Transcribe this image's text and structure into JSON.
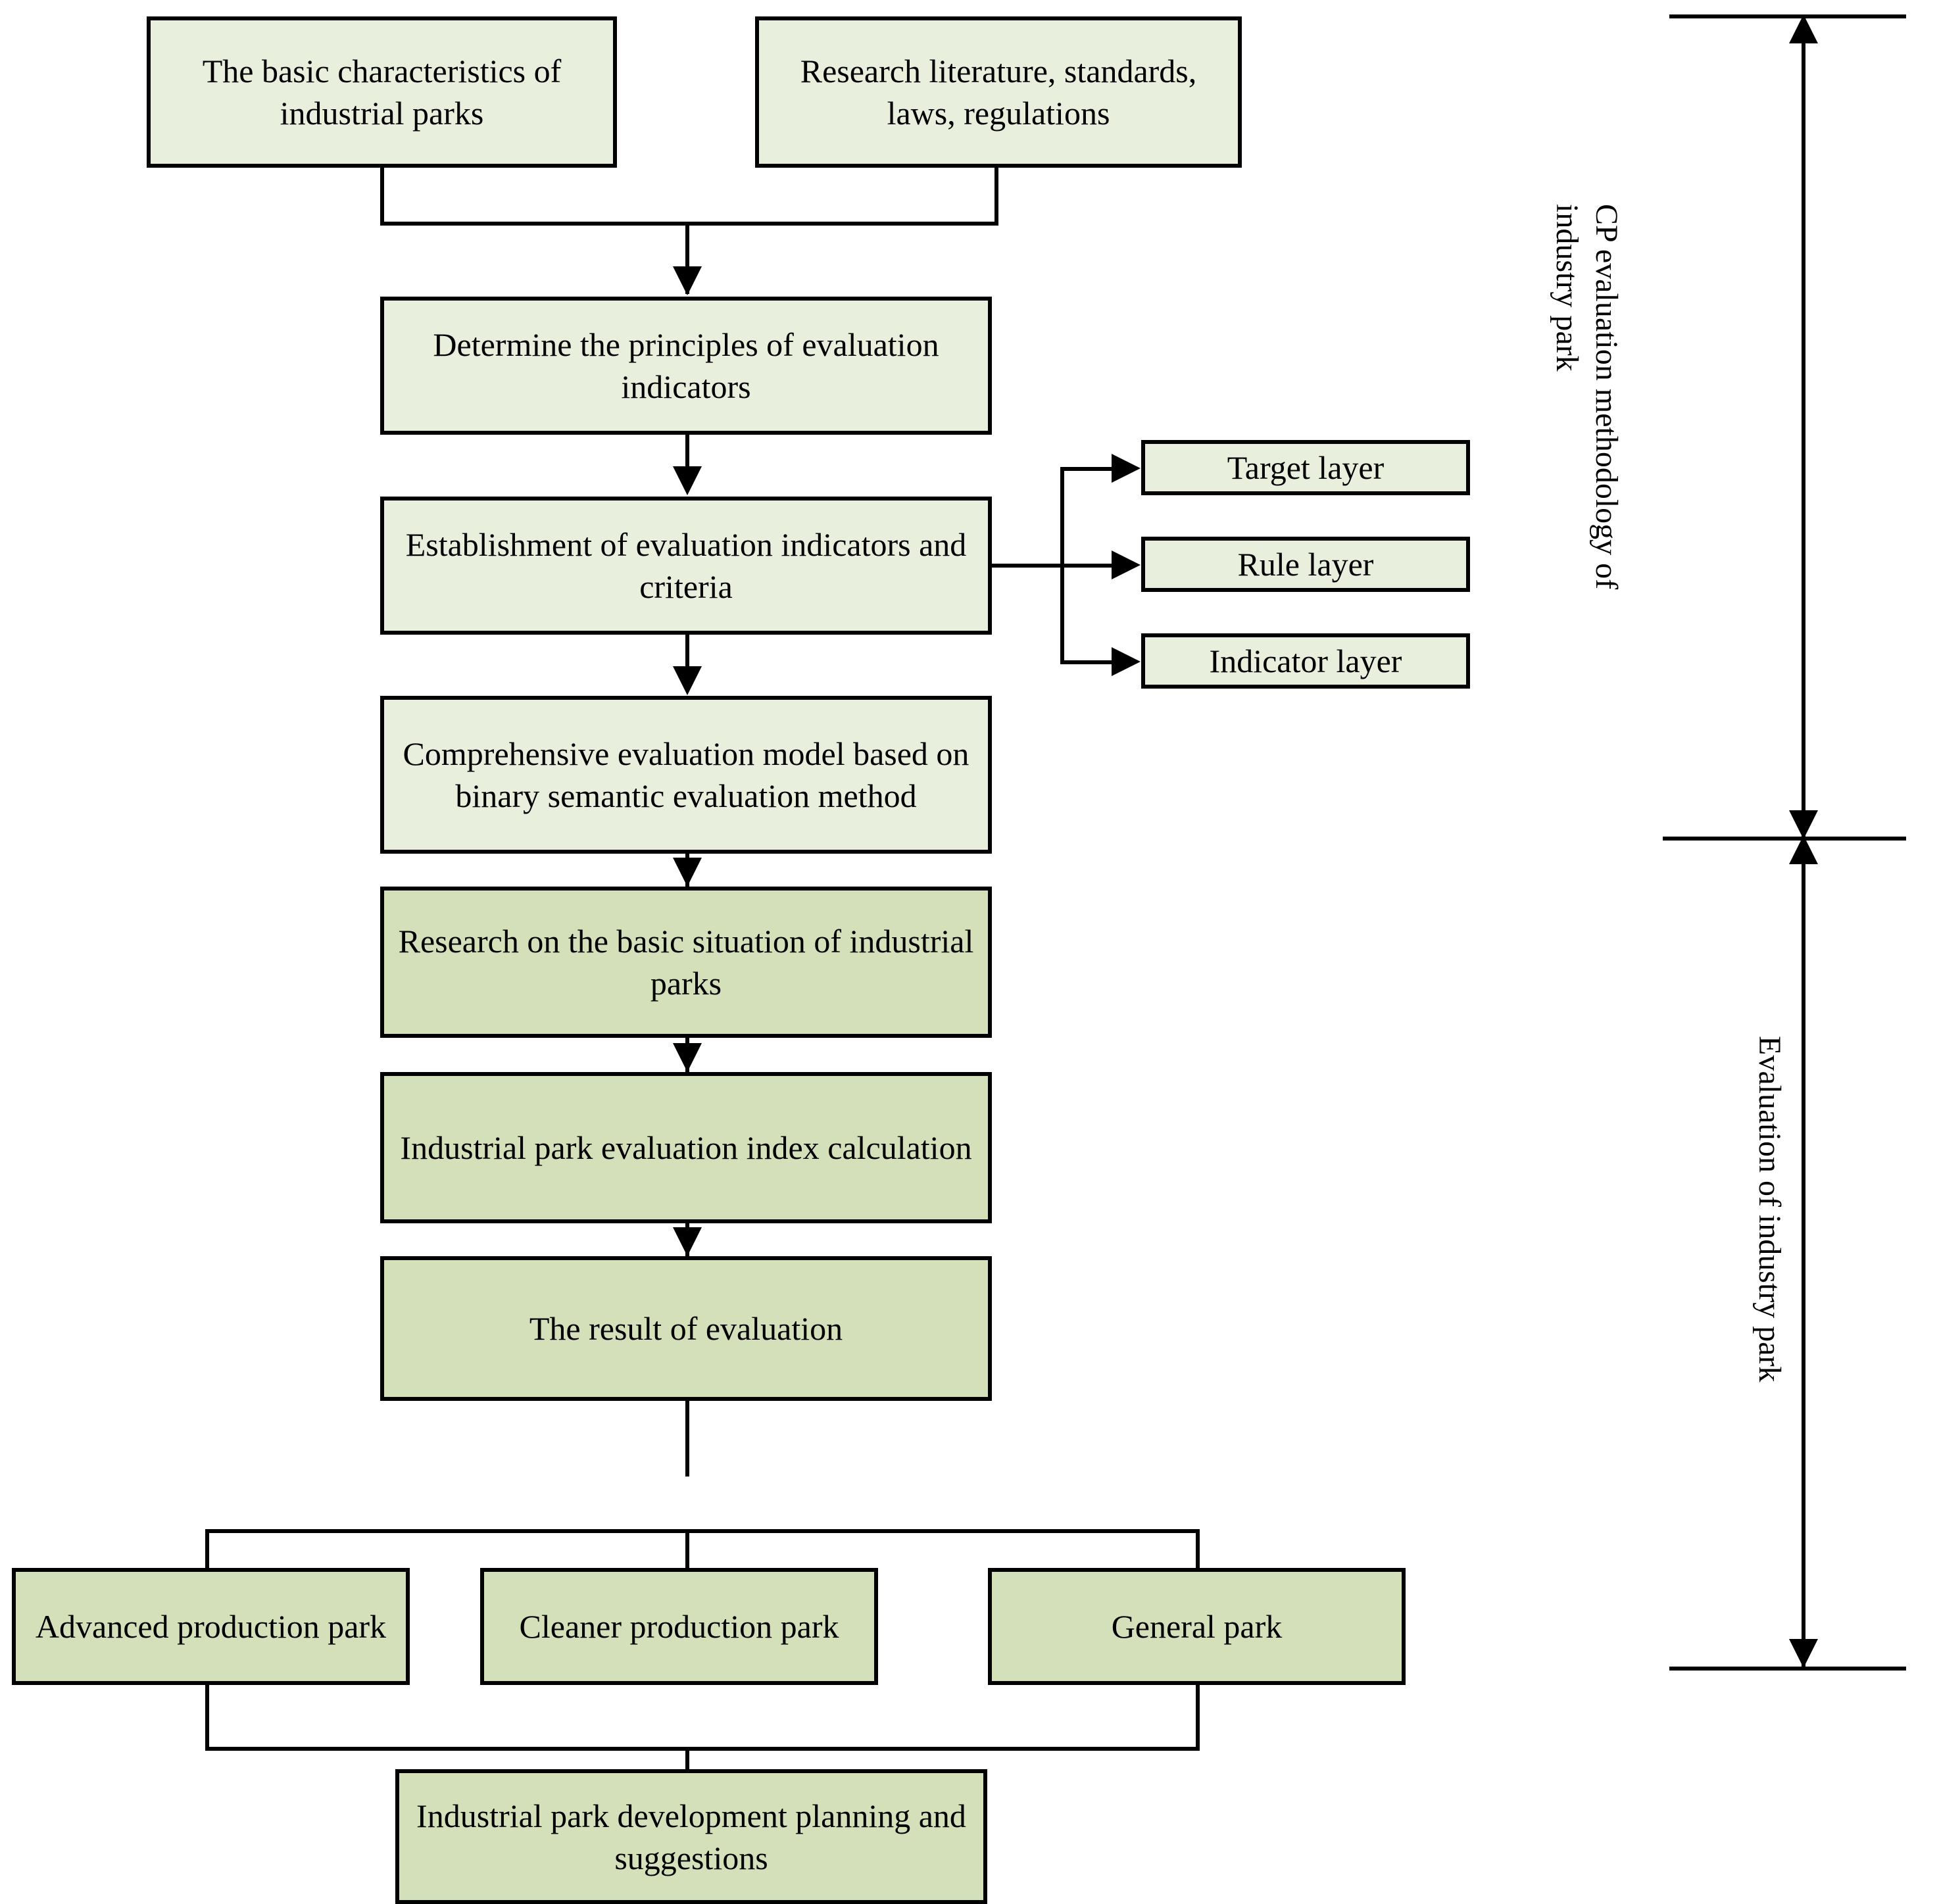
{
  "diagram": {
    "title": "CP evaluation framework flowchart for industrial parks",
    "colors": {
      "box_fill_light": "#e9efdd",
      "box_fill_dark": "#d4e0b9",
      "stroke": "#000000",
      "background": "#ffffff"
    }
  },
  "nodes": {
    "basic_characteristics": "The basic characteristics of industrial parks",
    "research_literature": "Research literature, standards, laws, regulations",
    "determine_principles": "Determine the principles of evaluation indicators",
    "establishment_indicators": "Establishment of evaluation indicators and criteria",
    "target_layer": "Target layer",
    "rule_layer": "Rule layer",
    "indicator_layer": "Indicator layer",
    "comprehensive_model": "Comprehensive evaluation model based on binary semantic evaluation method",
    "research_basic_situation": "Research on the basic situation of industrial parks",
    "index_calculation": "Industrial park evaluation index calculation",
    "result_of_evaluation": "The result of evaluation",
    "advanced_production_park": "Advanced production park",
    "cleaner_production_park": "Cleaner production park",
    "general_park": "General park",
    "development_planning": "Industrial park development planning and suggestions"
  },
  "side_annotations": {
    "upper": "CP evaluation methodology of industry park",
    "upper_line1": "CP evaluation methodology of",
    "upper_line2": "industry park",
    "lower": "Evaluation of industry park"
  }
}
